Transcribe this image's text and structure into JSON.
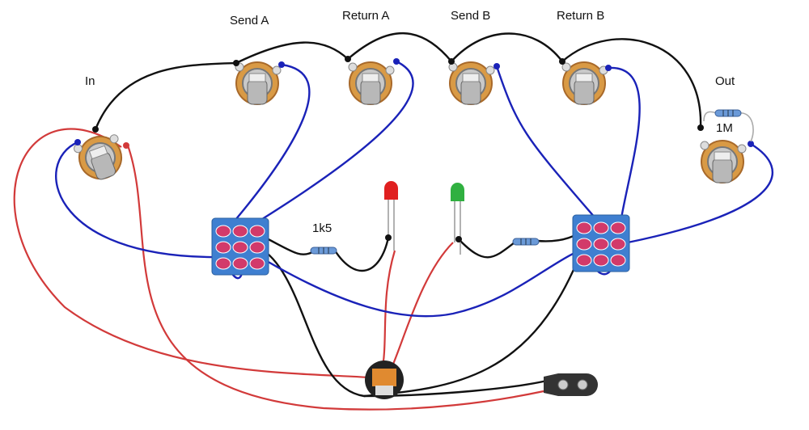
{
  "labels": {
    "in": "In",
    "send_a": "Send A",
    "return_a": "Return A",
    "send_b": "Send B",
    "return_b": "Return B",
    "out": "Out",
    "resistor_1m": "1M",
    "resistor_1k5": "1k5"
  },
  "colors": {
    "ground_wire": "#111111",
    "signal_wire": "#1a22b8",
    "power_wire": "#d23a3a",
    "switch_body": "#3f7fd0",
    "jack_body": "#d99a45",
    "led_red": "#e02020",
    "led_green": "#30b040"
  }
}
